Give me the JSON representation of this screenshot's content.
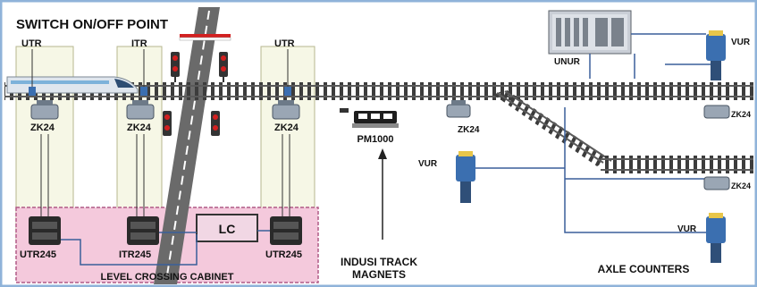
{
  "title": "SWITCH ON/OFF POINT",
  "colors": {
    "frame": "#8fb3d9",
    "panel_fill": "#f6f7e6",
    "cabinet_fill": "#f4c9dc",
    "cabinet_border": "#b05a86",
    "wire": "#3a5f9a",
    "rail": "#5a5a5a",
    "sleeper": "#3c3c3c",
    "road": "#6a6a6a",
    "signal_red": "#d22020",
    "device_blue": "#3b6fb0"
  },
  "utr_labels": [
    "UTR",
    "ITR",
    "UTR"
  ],
  "zk_left": [
    "ZK24",
    "ZK24",
    "ZK24"
  ],
  "cabinet_units": [
    "UTR245",
    "ITR245",
    "UTR245"
  ],
  "lc_label": "LC",
  "cabinet_label": "LEVEL CROSSING CABINET",
  "magnet_model": "PM1000",
  "magnet_caption": [
    "INDUSI TRACK",
    "MAGNETS"
  ],
  "junction_zk": "ZK24",
  "vur_labels": [
    "VUR",
    "VUR",
    "VUR"
  ],
  "right_zk": [
    "ZK24",
    "ZK24"
  ],
  "unur_label": "UNUR",
  "axle_caption": "AXLE COUNTERS"
}
